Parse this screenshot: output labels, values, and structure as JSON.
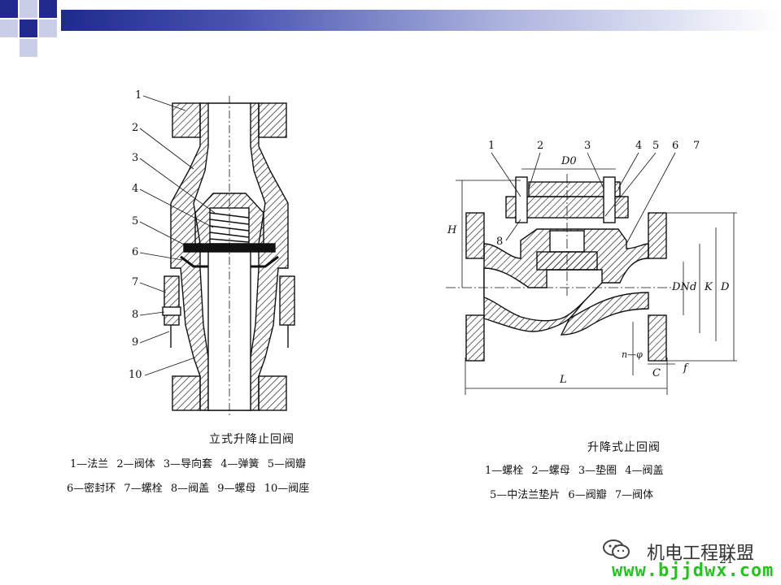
{
  "slide": {
    "page_number": "21",
    "accent": "#1f2a8c"
  },
  "left_figure": {
    "title": "立式升降止回阀",
    "callouts": [
      "1",
      "2",
      "3",
      "4",
      "5",
      "6",
      "7",
      "8",
      "9",
      "10"
    ],
    "legend_row1": [
      "1—法兰",
      "2—阀体",
      "3—导向套",
      "4—弹簧",
      "5—阀瓣"
    ],
    "legend_row2": [
      "6—密封环",
      "7—螺栓",
      "8—阀盖",
      "9—螺母",
      "10—阀座"
    ]
  },
  "right_figure": {
    "title": "升降式止回阀",
    "callouts": [
      "1",
      "2",
      "3",
      "4",
      "5",
      "6",
      "7",
      "8"
    ],
    "dimensions": [
      "D0",
      "H",
      "L",
      "DN",
      "d",
      "K",
      "D",
      "C",
      "f",
      "n—φ"
    ],
    "legend_row1": [
      "1—螺栓",
      "2—螺母",
      "3—垫圈",
      "4—阀盖"
    ],
    "legend_row2": [
      "5—中法兰垫片",
      "6—阀瓣",
      "7—阀体"
    ]
  },
  "watermark": {
    "name": "机电工程联盟",
    "url": "www.bjjdwx.com",
    "url_color": "#27c21f",
    "icon": "wechat-icon"
  }
}
